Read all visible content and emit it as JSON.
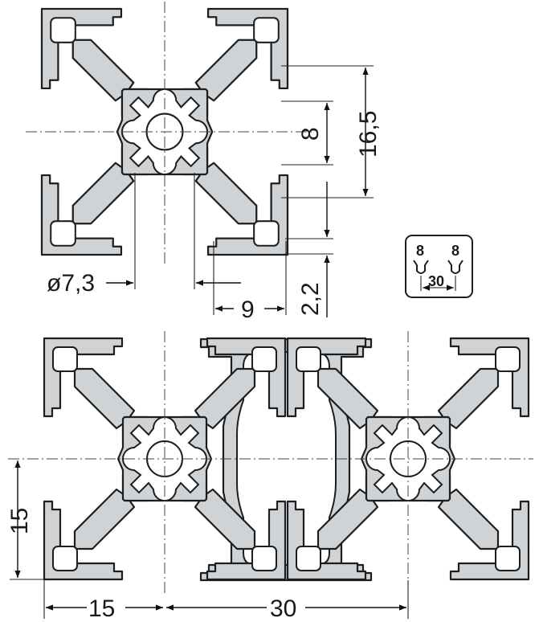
{
  "diagram": {
    "top_view": {
      "dimensions": {
        "bore_diameter": "ø7,3",
        "slot_width": "9",
        "slot_opening": "8",
        "slot_depth": "16,5",
        "wall_thickness": "2,2"
      }
    },
    "bottom_view": {
      "dimensions": {
        "width_half": "15",
        "width_center": "30",
        "height_half": "15"
      }
    },
    "slot_icon": {
      "left_slot": "8",
      "right_slot": "8",
      "center_distance": "30"
    }
  }
}
